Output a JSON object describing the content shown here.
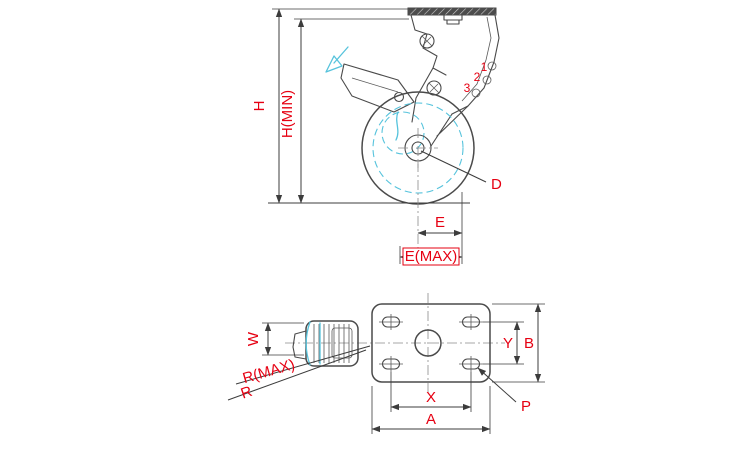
{
  "colors": {
    "label_red": "#e60012",
    "line_dark": "#4a4a4a",
    "accent_cyan": "#56c3dc"
  },
  "side_view": {
    "labels": {
      "h": "H",
      "h_min": "H(MIN)",
      "e": "E",
      "e_max": "E(MAX)",
      "d": "D"
    },
    "part_numbers": [
      "1",
      "2",
      "3"
    ]
  },
  "plan_view": {
    "labels": {
      "w": "W",
      "r_max": "R(MAX)",
      "r": "R",
      "x": "X",
      "a": "A",
      "y": "Y",
      "b": "B",
      "p": "P"
    }
  }
}
